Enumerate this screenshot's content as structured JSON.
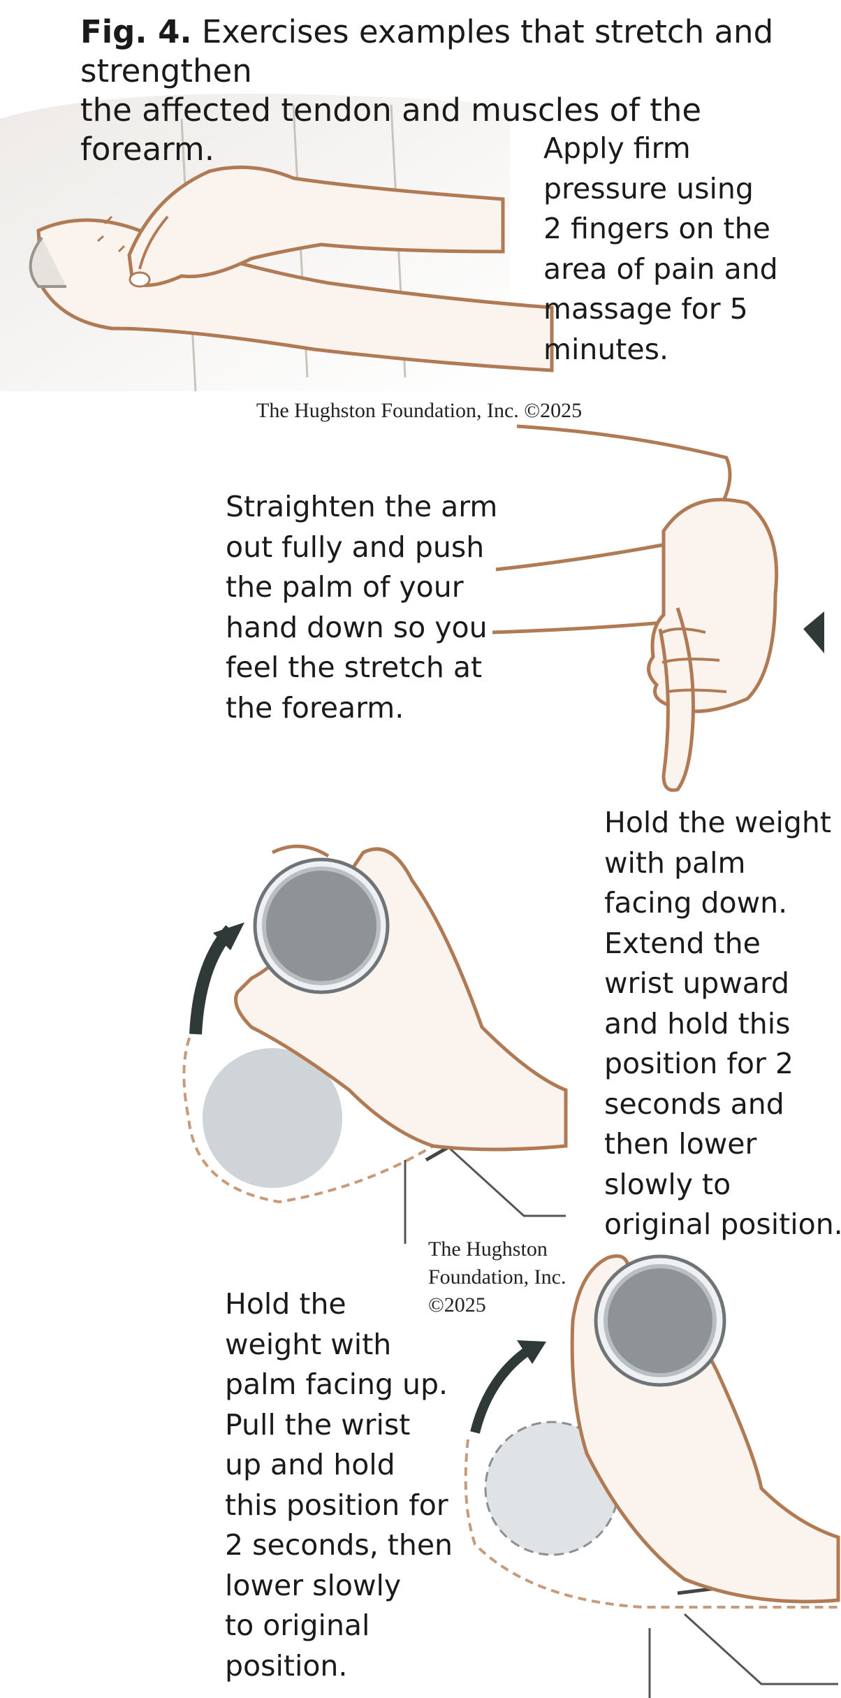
{
  "figure": {
    "label": "Fig. 4.",
    "title_rest": "Exercises examples that stretch and strengthen",
    "title_line2": "the affected tendon and muscles of the forearm."
  },
  "panels": [
    {
      "name": "massage",
      "instruction_lines": [
        "Apply firm",
        "pressure using",
        "2 fingers on the",
        "area of pain and",
        "massage for 5",
        "minutes."
      ],
      "credit": "The Hughston Foundation, Inc. ©2025"
    },
    {
      "name": "wrist-flexor-stretch",
      "instruction_lines": [
        "Straighten the arm",
        "out fully and push",
        "the palm of your",
        "hand down so you",
        "feel the stretch at",
        "the forearm."
      ]
    },
    {
      "name": "wrist-extension-weight",
      "instruction_lines": [
        "Hold the weight",
        "with palm",
        "facing down.",
        "Extend the",
        "wrist upward",
        "and hold this",
        "position for 2",
        "seconds and",
        "then lower",
        "slowly to",
        "original position."
      ],
      "credit_lines": [
        "The Hughston",
        "Foundation, Inc.",
        "©2025"
      ]
    },
    {
      "name": "wrist-flexion-weight",
      "instruction_lines": [
        "Hold the",
        "weight with",
        "palm facing up.",
        "Pull the wrist",
        "up and hold",
        "this position for",
        "2 seconds, then",
        "lower slowly",
        "to original",
        "position."
      ]
    }
  ],
  "colors": {
    "skin_outline": "#b07a55",
    "skin_fill": "#fbf4ee",
    "weight_grey": "#8e9396",
    "weight_light": "#cfd4d8",
    "arrow": "#2f3a38"
  }
}
